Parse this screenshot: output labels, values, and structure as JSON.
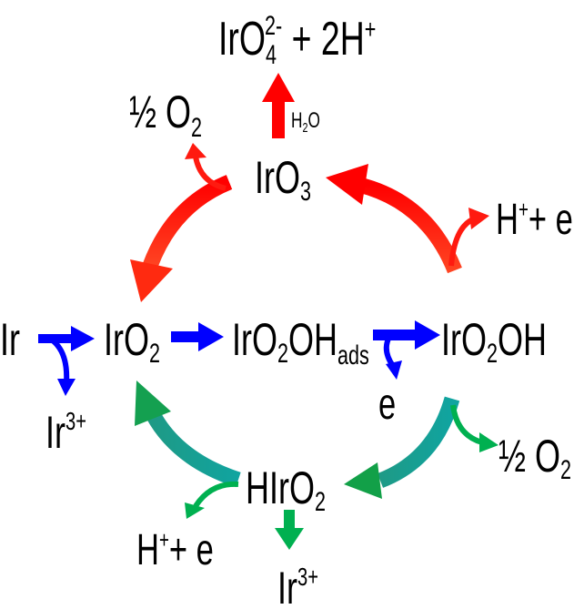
{
  "title": "Iridium oxide OER / dissolution cycle",
  "species": {
    "top_product": {
      "main": "IrO",
      "sub": "4",
      "sup": "2-",
      "rest": " + 2H",
      "rest_sup": "+"
    },
    "half_o2_top": {
      "half": "½",
      "main": " O",
      "sub": "2"
    },
    "h2o": {
      "main": "H",
      "sub": "2",
      "rest": "O"
    },
    "iro3": {
      "main": "IrO",
      "sub": "3"
    },
    "h_e_right": {
      "main": "H",
      "sup": "+",
      "rest": "+ e"
    },
    "ir": {
      "main": "Ir"
    },
    "iro2": {
      "main": "IrO",
      "sub": "2"
    },
    "iro2ohads": {
      "main": "IrO",
      "sub": "2",
      "rest": "OH",
      "sub2": "ads"
    },
    "iro2oh": {
      "main": "IrO",
      "sub": "2",
      "rest": "OH"
    },
    "e": {
      "main": "e"
    },
    "ir3_left": {
      "main": "Ir",
      "sup": "3+"
    },
    "half_o2_right": {
      "half": "½",
      "main": " O",
      "sub": "2"
    },
    "hiro2": {
      "main": "HIrO",
      "sub": "2"
    },
    "h_e_bottom": {
      "main": "H",
      "sup": "+",
      "rest": "+ e"
    },
    "ir3_bottom": {
      "main": "Ir",
      "sup": "3+"
    }
  },
  "colors": {
    "red": "#ff0000",
    "orange_red": "#ff4422",
    "blue": "#0000ff",
    "teal": "#169e8e",
    "green": "#00b050"
  }
}
